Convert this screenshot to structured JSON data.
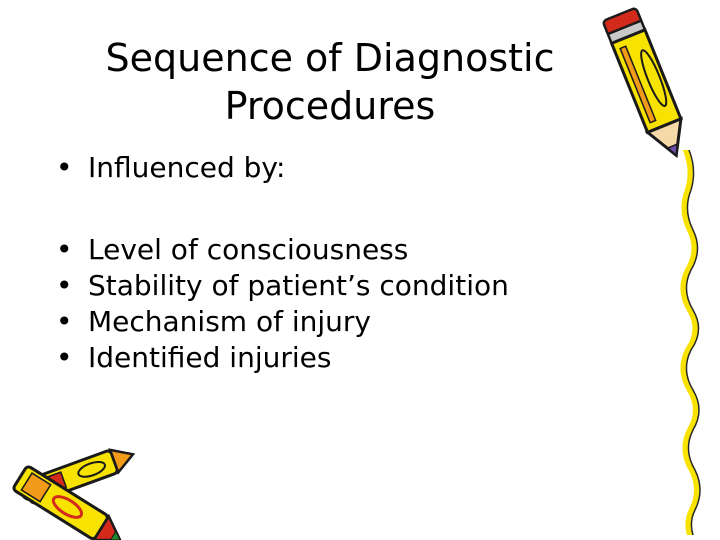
{
  "slide": {
    "title_line1": "Sequence of Diagnostic",
    "title_line2": "Procedures",
    "bullet_char": "•",
    "intro": "Influenced by:",
    "items": [
      "Level of consciousness",
      "Stability of patient’s condition",
      "Mechanism of injury",
      "Identified injuries"
    ]
  },
  "decor": {
    "pencil_top_right": "pencil-clipart-icon",
    "crayons_bottom_left": "crayons-clipart-icon",
    "wavy_line_right": "wavy-line-icon",
    "colors": {
      "yellow": "#f7e200",
      "orange": "#f29a1a",
      "red": "#d42a1c",
      "green": "#1e8c2c"
    }
  }
}
